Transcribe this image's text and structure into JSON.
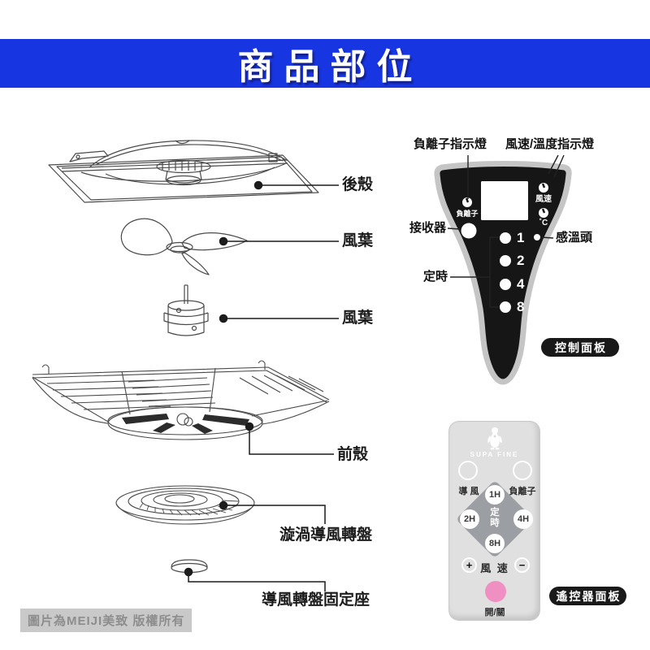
{
  "header": {
    "title": "商品部位"
  },
  "exploded_parts": {
    "rear_shell": "後殼",
    "fan_blade": "風葉",
    "motor": "風葉",
    "front_shell": "前殼",
    "swirl_disc": "漩渦導風轉盤",
    "disc_base": "導風轉盤固定座"
  },
  "control_panel": {
    "caption": "控制面板",
    "callout_ion": "負離子指示燈",
    "callout_speed_temp": "風速/溫度指示燈",
    "callout_receiver": "接收器",
    "callout_timer": "定時",
    "callout_sensor": "感溫頭",
    "label_ion": "負離子",
    "label_speed": "風速",
    "label_celsius": "˚C",
    "timer_hours": [
      "1",
      "2",
      "4",
      "8"
    ]
  },
  "remote": {
    "caption": "遙控器面板",
    "brand": "SUPA FINE",
    "btn_air": "導 風",
    "btn_ion": "負離子",
    "btn_1h": "1H",
    "btn_2h": "2H",
    "btn_4h": "4H",
    "btn_8h": "8H",
    "timer_char1": "定",
    "timer_char2": "時",
    "btn_plus": "+",
    "label_speed": "風 速",
    "btn_minus": "−",
    "label_power": "開/關"
  },
  "watermark": "圖片為MEIJI美致 版權所有",
  "colors": {
    "header_bg": "#1835e2",
    "panel_fill": "#161616",
    "panel_rim": "#c5c5c5",
    "remote_body": "#e0e0e0",
    "diamond": "#9b9fa3",
    "power_pink": "#f08fc2"
  }
}
